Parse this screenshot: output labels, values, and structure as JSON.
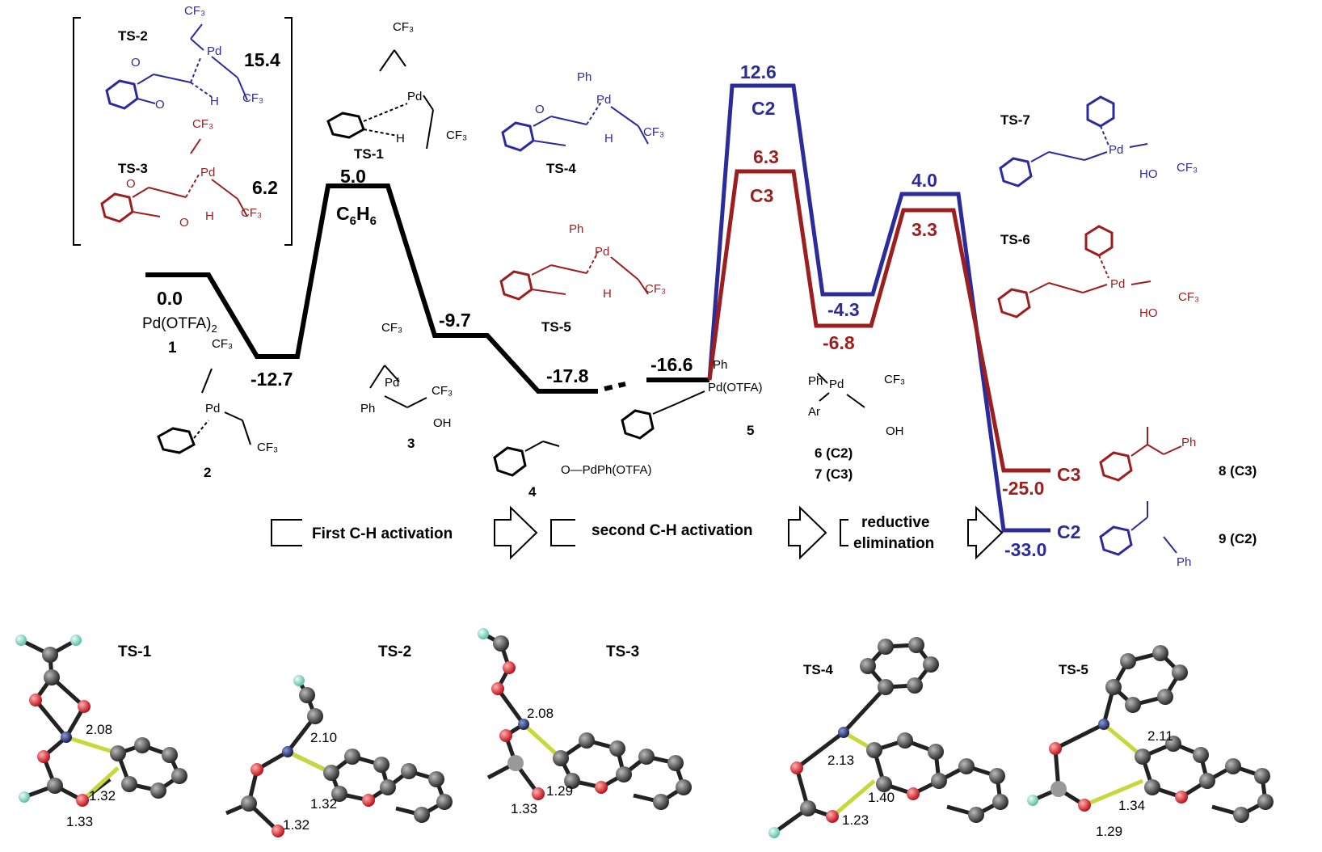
{
  "colors": {
    "black": "#000000",
    "blue": "#2b2b9c",
    "red": "#9c1e1e",
    "atom_c": "#444444",
    "atom_o": "#d4333a",
    "atom_f": "#8fd9c4",
    "atom_h": "#dddddd",
    "bond_h": "#c8d83a"
  },
  "levels": {
    "l0": "0.0",
    "l1": "-12.7",
    "l2": "5.0",
    "l3": "-9.7",
    "l4": "-17.8",
    "l5": "-16.6",
    "c2ts": "12.6",
    "c3ts": "6.3",
    "c2int": "-4.3",
    "c3int": "-6.8",
    "c2ts2": "4.0",
    "c3ts2": "3.3",
    "c3prod": "-25.0",
    "c2prod": "-33.0"
  },
  "labels": {
    "pdotfa": "Pd(OTFA)",
    "pdotfa_sub": "2",
    "num1": "1",
    "c6h6": "C",
    "c6h6_6a": "6",
    "c6h6_h": "H",
    "c6h6_6b": "6",
    "c2": "C2",
    "c3": "C3",
    "c3b": "C3",
    "c2b": "C2",
    "ts2_val": "15.4",
    "ts3_val": "6.2"
  },
  "structures": {
    "ts1": "TS-1",
    "ts2": "TS-2",
    "ts3": "TS-3",
    "ts4": "TS-4",
    "ts5": "TS-5",
    "ts6": "TS-6",
    "ts7": "TS-7",
    "n2": "2",
    "n3": "3",
    "n4": "4",
    "n5": "5",
    "n67a": "6 (C2)",
    "n67b": "7 (C3)",
    "n8": "8 (C3)",
    "n9": "9 (C2)",
    "cf3": "CF₃",
    "pd": "Pd",
    "ph": "Ph",
    "o": "O",
    "h": "H",
    "ar": "Ar",
    "oh": "OH",
    "ho": "HO",
    "pdph_otfa": "O—PdPh(OTFA)",
    "pd_otfa5": "Pd(OTFA)"
  },
  "steps": {
    "first": "First C-H activation",
    "second": "second C-H activation",
    "reductive": "reductive",
    "elimination": "elimination"
  },
  "geometry_3d": {
    "ts1": {
      "title": "TS-1",
      "d1": "2.08",
      "d2": "1.32",
      "d3": "1.33"
    },
    "ts2": {
      "title": "TS-2",
      "d1": "2.10",
      "d2": "1.32",
      "d3": "1.32"
    },
    "ts3": {
      "title": "TS-3",
      "d1": "2.08",
      "d2": "1.33",
      "d3": "1.29"
    },
    "ts4": {
      "title": "TS-4",
      "d1": "2.13",
      "d2": "1.40",
      "d3": "1.23"
    },
    "ts5": {
      "title": "TS-5",
      "d1": "2.11",
      "d2": "1.34",
      "d3": "1.29"
    }
  }
}
